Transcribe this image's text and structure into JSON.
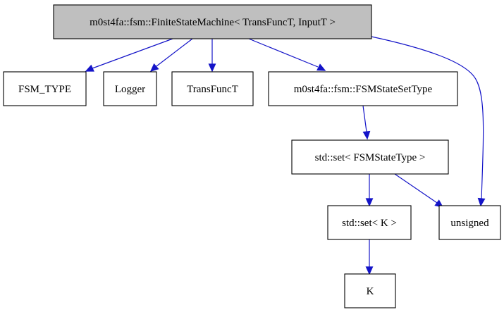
{
  "colors": {
    "root_fill": "#bfbfbf",
    "node_fill": "#ffffff",
    "node_border": "#000000",
    "edge": "#1414c8",
    "text": "#000000"
  },
  "nodes": [
    {
      "id": "fsm",
      "label": "m0st4fa::fsm::FiniteStateMachine< TransFuncT, InputT >",
      "root": true
    },
    {
      "id": "fsm_type",
      "label": "FSM_TYPE"
    },
    {
      "id": "logger",
      "label": "Logger"
    },
    {
      "id": "transfunct",
      "label": "TransFuncT"
    },
    {
      "id": "statesettype",
      "label": "m0st4fa::fsm::FSMStateSetType"
    },
    {
      "id": "set_statetype",
      "label": "std::set< FSMStateType >"
    },
    {
      "id": "set_k",
      "label": "std::set< K >"
    },
    {
      "id": "unsigned",
      "label": "unsigned"
    },
    {
      "id": "k",
      "label": "K"
    }
  ],
  "edges": [
    {
      "from": "fsm",
      "to": "fsm_type"
    },
    {
      "from": "fsm",
      "to": "logger"
    },
    {
      "from": "fsm",
      "to": "transfunct"
    },
    {
      "from": "fsm",
      "to": "statesettype"
    },
    {
      "from": "fsm",
      "to": "unsigned"
    },
    {
      "from": "statesettype",
      "to": "set_statetype"
    },
    {
      "from": "set_statetype",
      "to": "set_k"
    },
    {
      "from": "set_statetype",
      "to": "unsigned"
    },
    {
      "from": "set_k",
      "to": "k"
    }
  ]
}
